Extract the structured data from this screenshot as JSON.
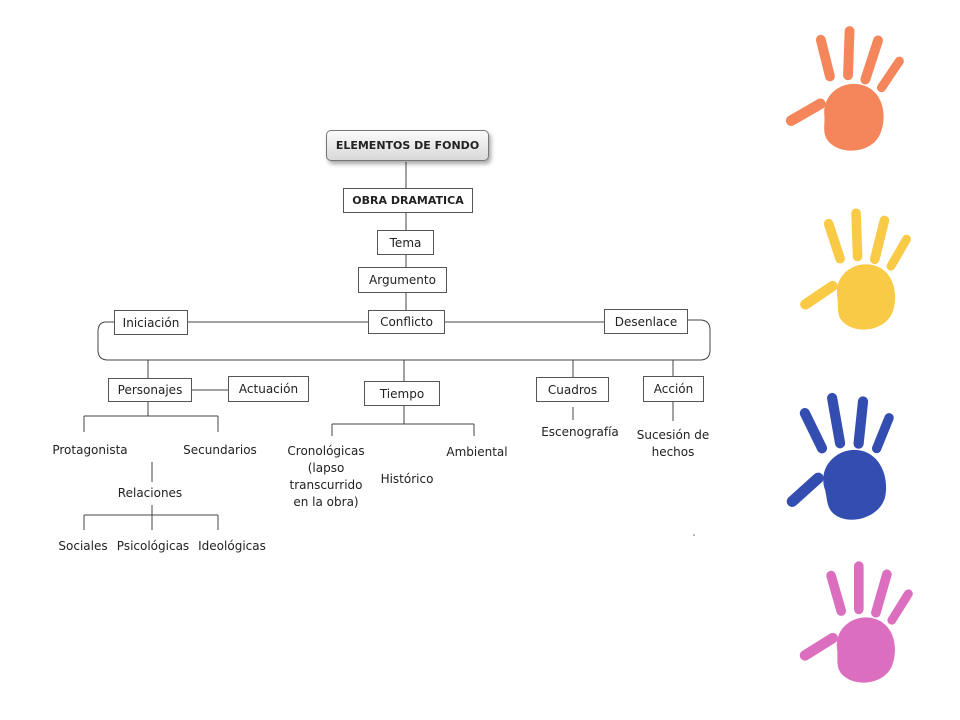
{
  "diagram": {
    "title": "ELEMENTOS DE FONDO",
    "root": "OBRA DRAMATICA",
    "tema": "Tema",
    "argumento": "Argumento",
    "iniciacion": "Iniciación",
    "conflicto": "Conflicto",
    "desenlace": "Desenlace",
    "personajes": "Personajes",
    "actuacion": "Actuación",
    "tiempo": "Tiempo",
    "cuadros": "Cuadros",
    "accion": "Acción",
    "protagonista": "Protagonista",
    "secundarios": "Secundarios",
    "relaciones": "Relaciones",
    "sociales": "Sociales",
    "psicologicas": "Psicológicas",
    "ideologicas": "Ideológicas",
    "cronologicas": "Cronológicas (lapso transcurrido en la obra)",
    "historico": "Histórico",
    "ambiental": "Ambiental",
    "escenografia": "Escenografía",
    "sucesion": "Sucesión de hechos"
  },
  "decorations": {
    "hand_colors": [
      "#f47a4a",
      "#f9c531",
      "#1f3aa8",
      "#d85fb8"
    ]
  }
}
